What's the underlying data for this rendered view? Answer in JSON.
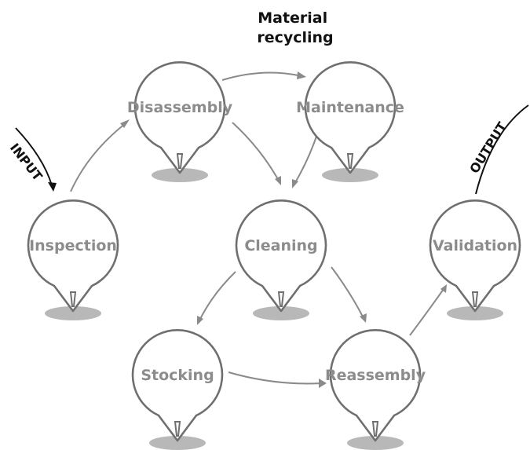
{
  "title": [
    "Material",
    "recycling"
  ],
  "io": {
    "input_label": "INPUT",
    "output_label": "OUTPUT"
  },
  "nodes": {
    "inspection": "Inspection",
    "disassembly": "Disassembly",
    "maintenance": "Maintenance",
    "cleaning": "Cleaning",
    "validation": "Validation",
    "stocking": "Stocking",
    "reassembly": "Reassembly"
  },
  "edges": [
    {
      "from": "Inspection",
      "to": "Disassembly"
    },
    {
      "from": "Disassembly",
      "to": "Maintenance"
    },
    {
      "from": "Disassembly",
      "to": "Cleaning"
    },
    {
      "from": "Maintenance",
      "to": "Cleaning"
    },
    {
      "from": "Cleaning",
      "to": "Stocking"
    },
    {
      "from": "Cleaning",
      "to": "Reassembly"
    },
    {
      "from": "Stocking",
      "to": "Reassembly"
    },
    {
      "from": "Reassembly",
      "to": "Validation"
    }
  ],
  "colors": {
    "balloon_stroke": "#6f6f6f",
    "label": "#8c8c8c",
    "arrow": "#8a8a8a",
    "io_arrow": "#111111"
  }
}
